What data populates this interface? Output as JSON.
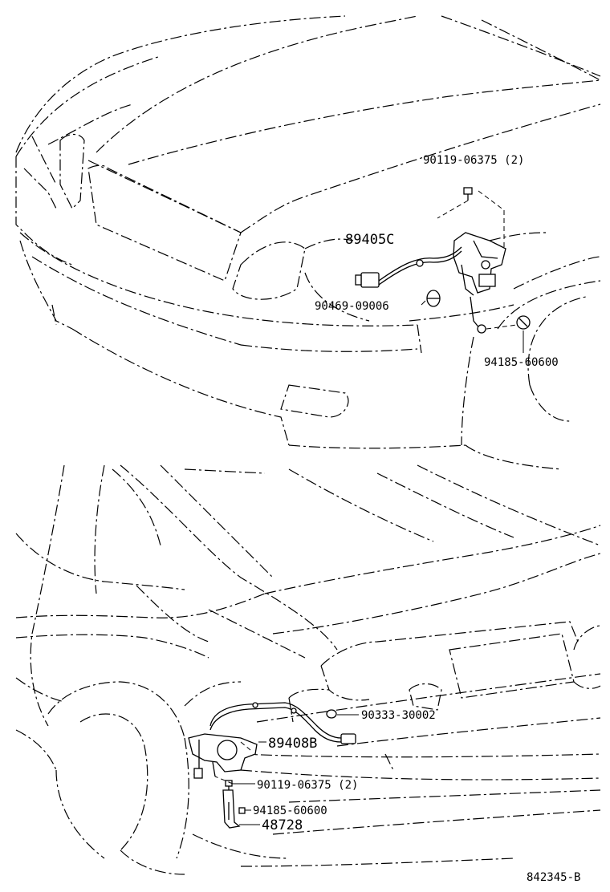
{
  "diagram_id": "842345-B",
  "front_assembly": {
    "parts": [
      {
        "key": "bolt",
        "number": "90119-06375",
        "qty": "(2)"
      },
      {
        "key": "sensor",
        "number": "89405C",
        "qty": ""
      },
      {
        "key": "clamp",
        "number": "90469-09006",
        "qty": ""
      },
      {
        "key": "nut",
        "number": "94185-60600",
        "qty": ""
      }
    ]
  },
  "rear_assembly": {
    "parts": [
      {
        "key": "plug",
        "number": "90333-30002",
        "qty": ""
      },
      {
        "key": "sensor",
        "number": "89408B",
        "qty": ""
      },
      {
        "key": "bolt",
        "number": "90119-06375",
        "qty": "(2)"
      },
      {
        "key": "nut",
        "number": "94185-60600",
        "qty": ""
      },
      {
        "key": "link",
        "number": "48728",
        "qty": ""
      }
    ]
  },
  "labels": {
    "front_bolt": "90119-06375 (2)",
    "front_sensor": "89405C",
    "front_clamp": "90469-09006",
    "front_nut": "94185-60600",
    "rear_plug": "90333-30002",
    "rear_sensor": "89408B",
    "rear_bolt": "90119-06375 (2)",
    "rear_nut": "94185-60600",
    "rear_link": "48728"
  },
  "colors": {
    "line": "#000000",
    "background": "#ffffff"
  }
}
